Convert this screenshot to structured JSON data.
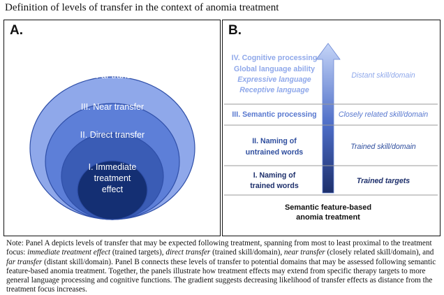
{
  "title": "Definition of levels of transfer in the context of anomia treatment",
  "panel_a": {
    "label": "A.",
    "levels": [
      {
        "lines": [
          "IV. Far transfer"
        ],
        "color": "#8fa8ea"
      },
      {
        "lines": [
          "III. Near transfer"
        ],
        "color": "#5d7fd8"
      },
      {
        "lines": [
          "II. Direct transfer"
        ],
        "color": "#3a5cb5"
      },
      {
        "lines": [
          "I. Immediate",
          "treatment",
          "effect"
        ],
        "color": "#142f73"
      }
    ]
  },
  "panel_b": {
    "label": "B.",
    "rows": [
      {
        "left": [
          {
            "text": "IV. Cognitive processing",
            "italic": false
          },
          {
            "text": "Global language ability",
            "italic": false
          },
          {
            "text": "Expressive language",
            "italic": true
          },
          {
            "text": "Receptive language",
            "italic": true
          }
        ],
        "right": "Distant skill/domain",
        "color": "#8fa8ea"
      },
      {
        "left": [
          {
            "text": "III. Semantic processing",
            "italic": false
          }
        ],
        "right": "Closely related skill/domain",
        "color": "#5878cf"
      },
      {
        "left": [
          {
            "text": "II. Naming of",
            "italic": false
          },
          {
            "text": "untrained words",
            "italic": false
          }
        ],
        "right": "Trained skill/domain",
        "color": "#2f4e9e"
      },
      {
        "left": [
          {
            "text": "I. Naming of",
            "italic": false
          },
          {
            "text": "trained words",
            "italic": false
          }
        ],
        "right": "Trained targets",
        "color": "#1d2f6b"
      }
    ],
    "footer_lines": [
      "Semantic feature-based",
      "anomia treatment"
    ]
  },
  "caption": {
    "lead": "Note: Panel A depicts levels of transfer that may be expected following treatment, spanning from most to least proximal to the treatment focus: ",
    "t1": "immediate treatment effect",
    "m1": " (trained targets), ",
    "t2": "direct transfer",
    "m2": " (trained skill/domain), ",
    "t3": "near transfer",
    "m3": " (closely related skill/domain), and ",
    "t4": "far transfer",
    "tail": " (distant skill/domain). Panel B connects these levels of transfer to potential domains that may be assessed following semantic feature-based anomia treatment. Together, the panels illustrate how treatment effects may extend from specific therapy targets to more general language processing and cognitive functions. The gradient suggests decreasing likelihood of transfer effects as distance from the treatment focus increases."
  }
}
